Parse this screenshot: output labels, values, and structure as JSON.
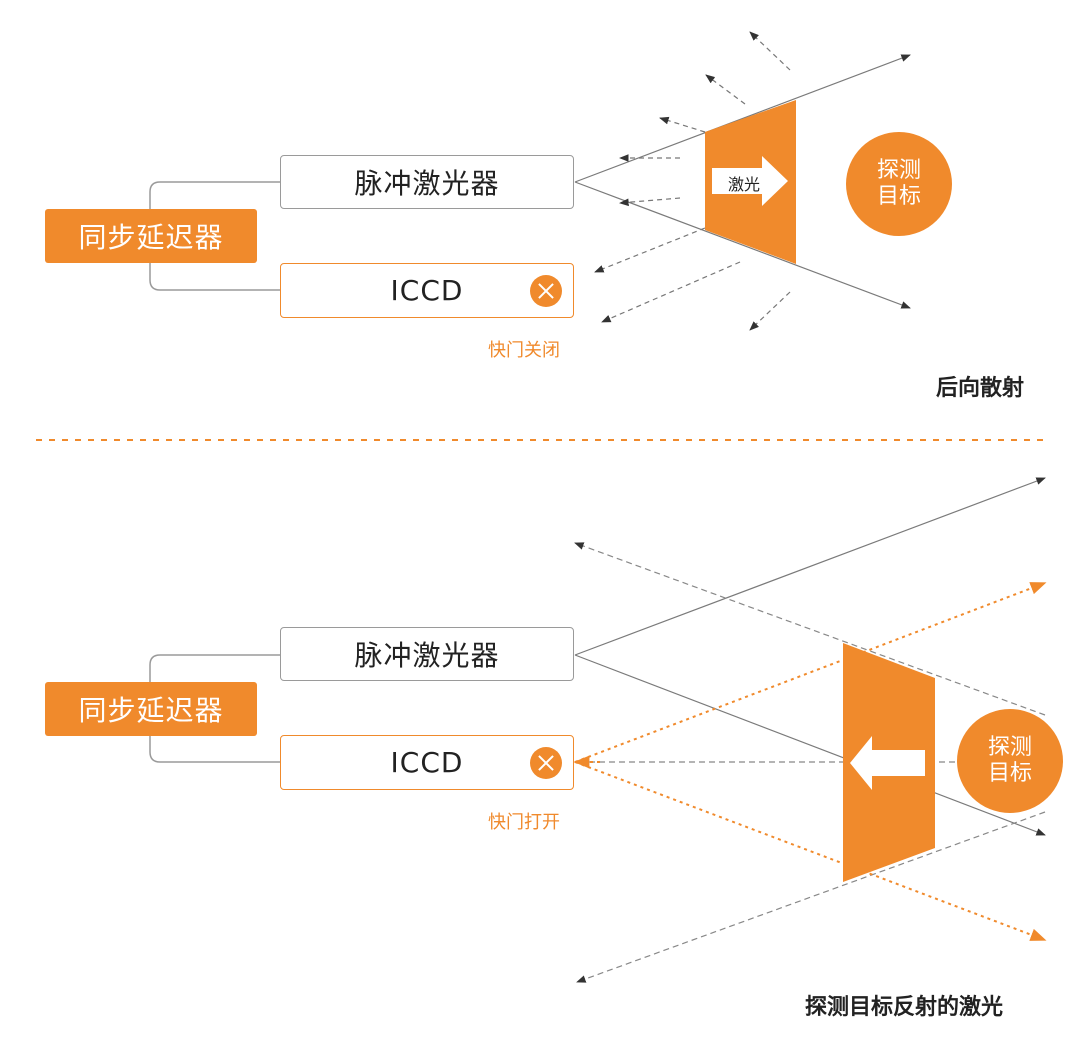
{
  "colors": {
    "accent": "#f08a2c",
    "border": "#9a9a9a",
    "line": "#7a7a7a"
  },
  "top_panel": {
    "delay_generator": "同步延迟器",
    "pulse_laser": "脉冲激光器",
    "iccd": "ICCD",
    "shutter_status": "快门关闭",
    "laser_label": "激光",
    "target": "探测\n目标",
    "caption": "后向散射"
  },
  "bottom_panel": {
    "delay_generator": "同步延迟器",
    "pulse_laser": "脉冲激光器",
    "iccd": "ICCD",
    "shutter_status": "快门打开",
    "target": "探测\n目标",
    "caption": "探测目标反射的激光"
  }
}
